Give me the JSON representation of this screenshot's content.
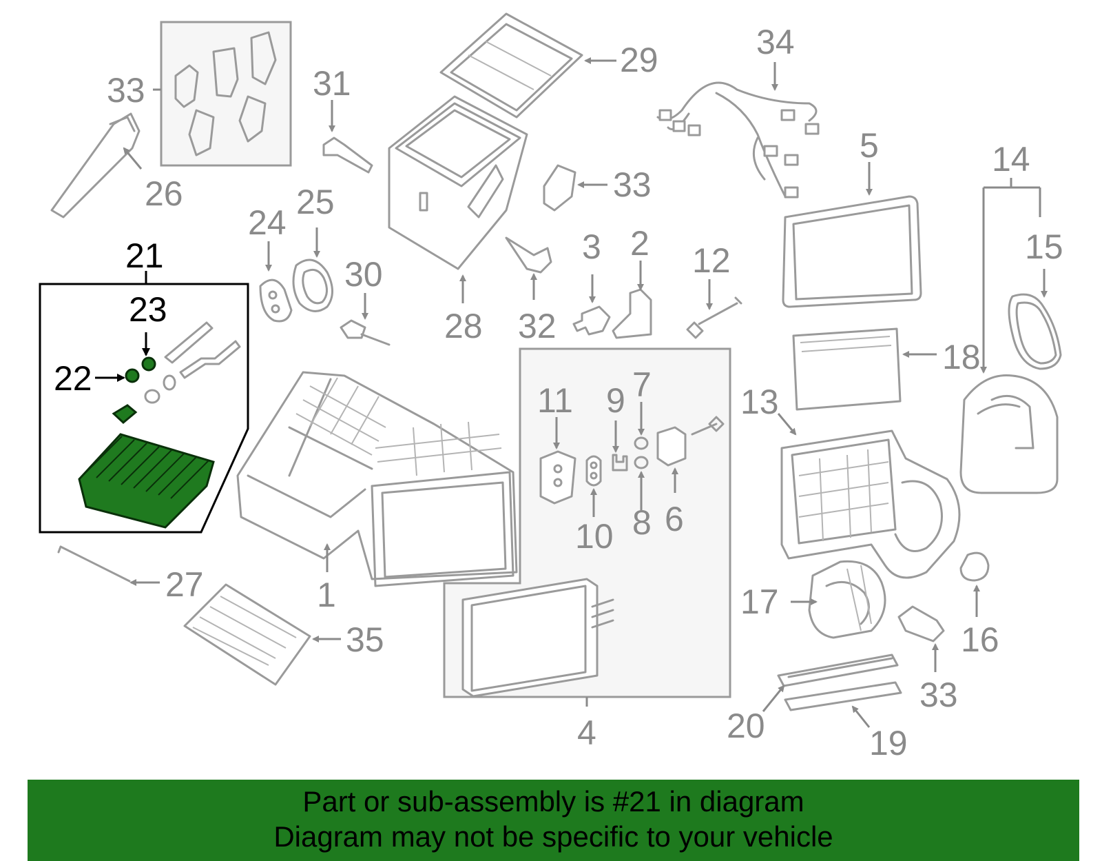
{
  "diagram": {
    "callouts": {
      "c1": "1",
      "c2": "2",
      "c3": "3",
      "c4": "4",
      "c5": "5",
      "c6": "6",
      "c7": "7",
      "c8": "8",
      "c9": "9",
      "c10": "10",
      "c11": "11",
      "c12": "12",
      "c13": "13",
      "c14": "14",
      "c15": "15",
      "c16": "16",
      "c17": "17",
      "c18": "18",
      "c19": "19",
      "c20": "20",
      "c21": "21",
      "c22": "22",
      "c23": "23",
      "c24": "24",
      "c25": "25",
      "c26": "26",
      "c27": "27",
      "c28": "28",
      "c29": "29",
      "c30": "30",
      "c31": "31",
      "c32": "32",
      "c33a": "33",
      "c33b": "33",
      "c33c": "33",
      "c34": "34",
      "c35": "35"
    },
    "highlighted_part": "21",
    "highlight_color": "#1f7a1f"
  },
  "footer": {
    "line1": "Part or sub-assembly is #21 in diagram",
    "line2": "Diagram may not be specific to your vehicle",
    "background_color": "#1e7a1e"
  }
}
